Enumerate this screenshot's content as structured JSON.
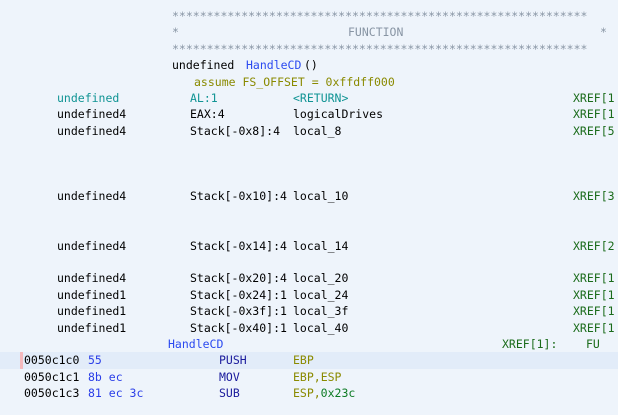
{
  "app": {
    "name": "ghidra-listing",
    "background_color": "#eef4fb",
    "highlight_color": "#e2ecf9",
    "cursor_marker_color": "#f5b9bd"
  },
  "colors": {
    "banner": "#8895a4",
    "plain": "#000000",
    "teal": "#109494",
    "function_name": "#2b4af0",
    "mnemonic": "#1a1a9c",
    "register": "#8a8a00",
    "constant": "#0b7a22",
    "xref": "#1a6b1a",
    "bytes": "#2a3ee8",
    "assume": "#8a8a00"
  },
  "banner": {
    "top_rule": "************************************************************",
    "title_line_left": "*",
    "title": "FUNCTION",
    "title_line_right": "*",
    "bottom_rule": "************************************************************"
  },
  "signature": {
    "return_type": "undefined",
    "name": "HandleCD",
    "parens": "()",
    "assume": "assume FS_OFFSET = 0xffdff000"
  },
  "variables": [
    {
      "type": "undefined",
      "storage": "AL:1",
      "name": "<RETURN>",
      "xref": "XREF[1",
      "teal": true,
      "gap_before": 0
    },
    {
      "type": "undefined4",
      "storage": "EAX:4",
      "name": "logicalDrives",
      "xref": "XREF[1",
      "teal": false,
      "gap_before": 0
    },
    {
      "type": "undefined4",
      "storage": "Stack[-0x8]:4",
      "name": "local_8",
      "xref": "XREF[5",
      "teal": false,
      "gap_before": 0
    },
    {
      "type": "undefined4",
      "storage": "Stack[-0x10]:4",
      "name": "local_10",
      "xref": "XREF[3",
      "teal": false,
      "gap_before": 3
    },
    {
      "type": "undefined4",
      "storage": "Stack[-0x14]:4",
      "name": "local_14",
      "xref": "XREF[2",
      "teal": false,
      "gap_before": 2
    },
    {
      "type": "undefined4",
      "storage": "Stack[-0x20]:4",
      "name": "local_20",
      "xref": "XREF[1",
      "teal": false,
      "gap_before": 1
    },
    {
      "type": "undefined1",
      "storage": "Stack[-0x24]:1",
      "name": "local_24",
      "xref": "XREF[1",
      "teal": false,
      "gap_before": 0
    },
    {
      "type": "undefined1",
      "storage": "Stack[-0x3f]:1",
      "name": "local_3f",
      "xref": "XREF[1",
      "teal": false,
      "gap_before": 0
    },
    {
      "type": "undefined1",
      "storage": "Stack[-0x40]:1",
      "name": "local_40",
      "xref": "XREF[1",
      "teal": false,
      "gap_before": 0
    }
  ],
  "label_line": {
    "label": "HandleCD",
    "xref": "XREF[1]:",
    "xref_extra": "FU"
  },
  "instructions": [
    {
      "address": "0050c1c0",
      "bytes": "55",
      "mnemonic": "PUSH",
      "operands": [
        {
          "text": "EBP",
          "kind": "register"
        }
      ],
      "highlighted": true
    },
    {
      "address": "0050c1c1",
      "bytes": "8b ec",
      "mnemonic": "MOV",
      "operands": [
        {
          "text": "EBP,ESP",
          "kind": "register"
        }
      ],
      "highlighted": false
    },
    {
      "address": "0050c1c3",
      "bytes": "81 ec 3c",
      "mnemonic": "SUB",
      "operands": [
        {
          "text": "ESP,",
          "kind": "register"
        },
        {
          "text": "0x23c",
          "kind": "constant"
        }
      ],
      "highlighted": false
    }
  ]
}
